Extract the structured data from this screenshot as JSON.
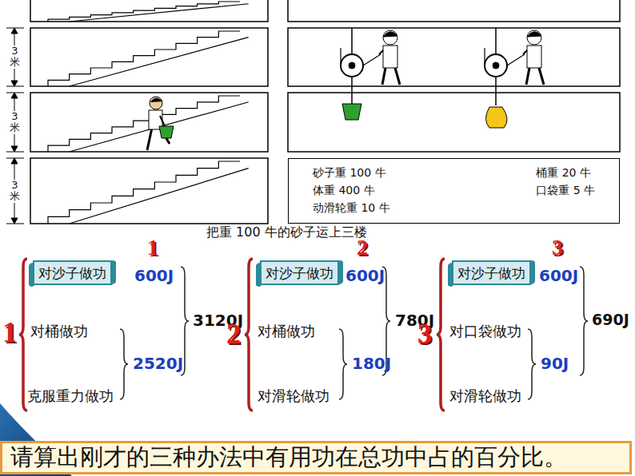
{
  "diagram": {
    "nodes": [
      {
        "text": [
          "砂子重 100 牛",
          "桶重 20 牛",
          "体重 400 牛",
          "口袋重 5 牛",
          "动滑轮重 10 牛"
        ]
      },
      {
        "text": [
          "对沙子做功"
        ]
      },
      {
        "text": [
          "对沙子做功"
        ]
      },
      {
        "text": [
          "对沙子做功"
        ]
      },
      {
        "text": [
          "请算出刚才的三种办法中有用功在总功中占的百分比。"
        ]
      }
    ],
    "labels": [
      "3米",
      "3米",
      "3米",
      "把重 100 牛的砂子运上三楼",
      "1",
      "600J",
      "1",
      "对桶做功",
      "2520J",
      "克服重力做功",
      "3120J",
      "2",
      "600J",
      "2",
      "对桶做功",
      "180J",
      "对滑轮做功",
      "780J",
      "3",
      "600J",
      "3",
      "对口袋做功",
      "90J",
      "对滑轮做功",
      "690J"
    ]
  }
}
